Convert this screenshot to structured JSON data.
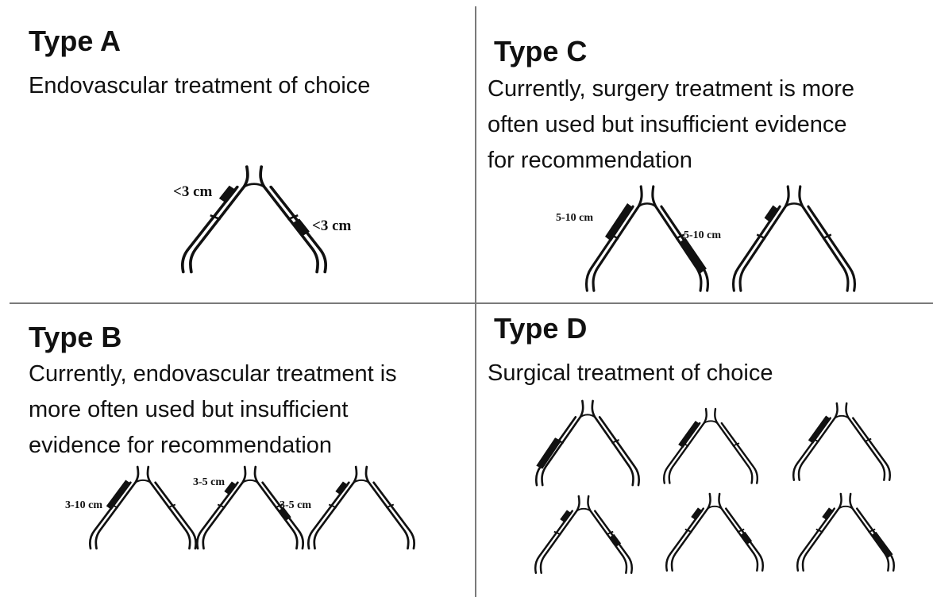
{
  "panels": {
    "a": {
      "title": "Type A",
      "description": [
        "Endovascular treatment of choice"
      ],
      "labels": [
        "<3 cm",
        "<3 cm"
      ]
    },
    "b": {
      "title": "Type B",
      "description": [
        "Currently, endovascular treatment is",
        "more often used but insufficient",
        "evidence for recommendation"
      ],
      "labels": [
        "3-10 cm",
        "3-5 cm",
        "3-5 cm"
      ]
    },
    "c": {
      "title": "Type C",
      "description": [
        "Currently, surgery treatment is more",
        "often used but insufficient evidence",
        "for recommendation"
      ],
      "labels": [
        "5-10 cm",
        "5-10 cm"
      ]
    },
    "d": {
      "title": "Type D",
      "description": [
        "Surgical  treatment of choice"
      ]
    }
  },
  "colors": {
    "divider": "#7a7a7a",
    "ink": "#111111"
  }
}
